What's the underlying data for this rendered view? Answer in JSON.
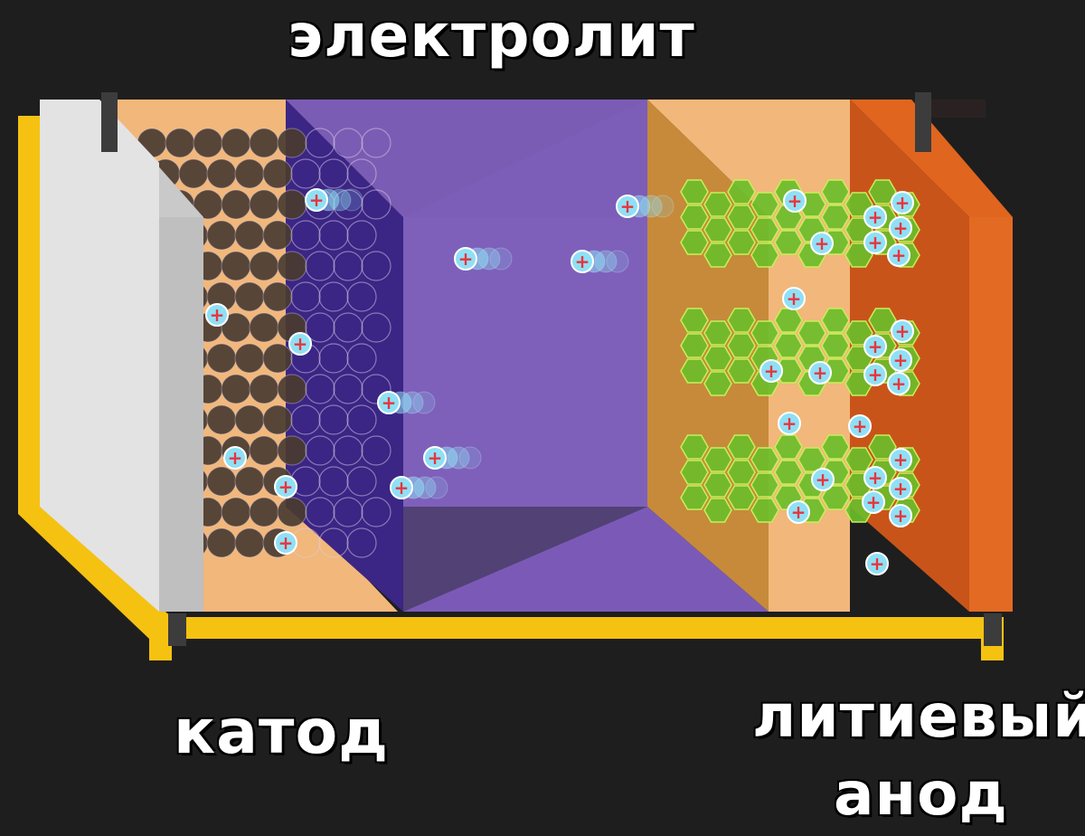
{
  "labels": {
    "electrolyte": "электролит",
    "cathode": "катод",
    "anode_line1": "литиевый",
    "anode_line2": "анод"
  },
  "ion_symbol": "+",
  "colors": {
    "background": "#1e1e1f",
    "frame": "#f5c211",
    "electrolyte": "#7b5cb4",
    "electrolyte_dark": "#3b2585",
    "separator_tan": "#f2b77a",
    "anode_plate": "#d4581c",
    "cathode_plate": "#d8d8d8",
    "cathode_particle": "#4a3b31",
    "graphite": "#6bbd2a",
    "ion_fill": "#8fe0f5",
    "ion_sign": "#e8343d"
  },
  "icons": [
    "lithium-ion-icon",
    "cathode-particle-icon",
    "graphite-hexagon-icon",
    "terminal-icon"
  ]
}
